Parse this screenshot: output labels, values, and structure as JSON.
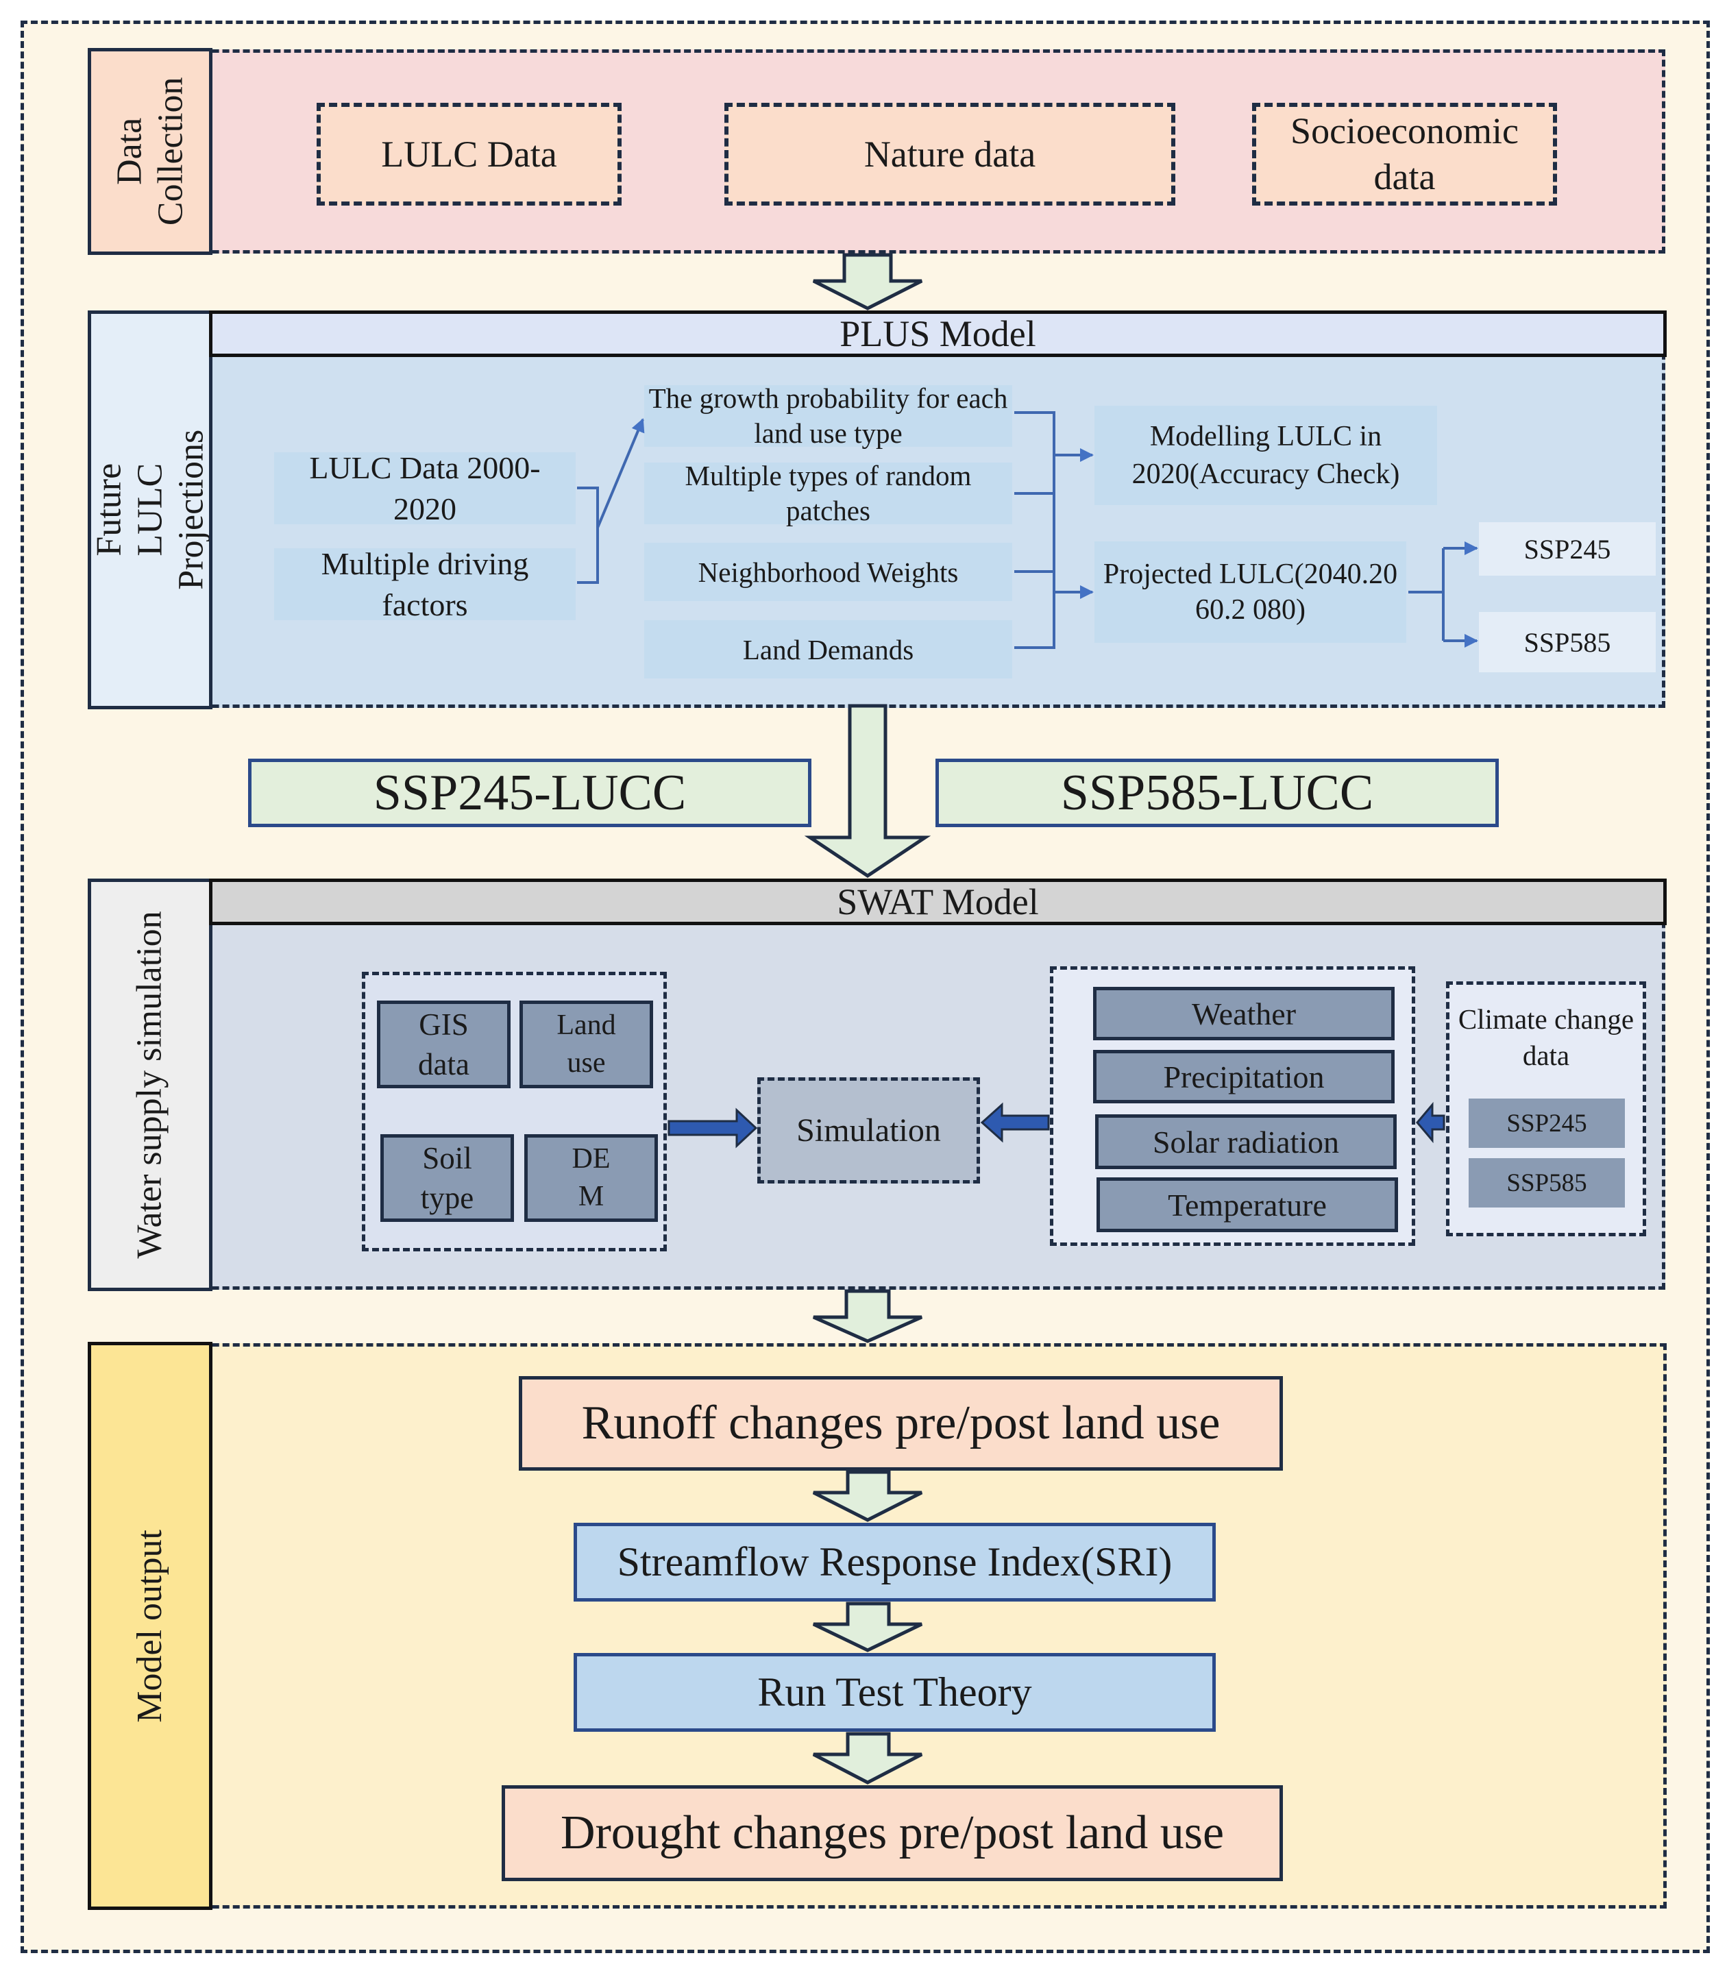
{
  "sections": {
    "data_collection": "Data Collection",
    "future_lulc": "Future LULC Projections",
    "water_supply": "Water supply simulation",
    "model_output": "Model output"
  },
  "data_collection": {
    "lulc": "LULC Data",
    "nature": "Nature data",
    "socio": "Socioeconomic data"
  },
  "plus": {
    "title": "PLUS Model",
    "inputs": [
      "LULC Data 2000-2020",
      "Multiple driving factors"
    ],
    "middle": [
      "The growth probability for each land use type",
      "Multiple types of random patches",
      "Neighborhood Weights",
      "Land Demands"
    ],
    "modelling": "Modelling LULC in 2020(Accuracy Check)",
    "projected": "Projected LULC(2040.2060.2 080)",
    "scenarios": [
      "SSP245",
      "SSP585"
    ]
  },
  "lucc": [
    "SSP245-LUCC",
    "SSP585-LUCC"
  ],
  "swat": {
    "title": "SWAT Model",
    "spatial": [
      "GIS data",
      "Land use",
      "Soil type",
      "DE M"
    ],
    "simulation": "Simulation",
    "climate_vars": [
      "Weather",
      "Precipitation",
      "Solar radiation",
      "Temperature"
    ],
    "climate_change_label": "Climate change data",
    "climate_scenarios": [
      "SSP245",
      "SSP585"
    ]
  },
  "output": {
    "runoff": "Runoff changes pre/post land use",
    "sri": "Streamflow Response Index(SRI)",
    "run_test": "Run Test Theory",
    "drought": "Drought changes pre/post land use"
  },
  "colors": {
    "background": "#fdf6e6",
    "data_collection": "#f7dada",
    "peach_box": "#fbddcb",
    "lulc_panel": "#cfe0f0",
    "plus_header": "#dde5f6",
    "lucc_box": "#e3efdc",
    "swat_panel": "#d6dde9",
    "swat_header": "#d4d4d4",
    "output_panel": "#fdf0cc",
    "output_label": "#fce595",
    "arrow_fill": "#e1efdc",
    "blue_arrow": "#4472c4",
    "dark_border": "#1f2d44"
  }
}
